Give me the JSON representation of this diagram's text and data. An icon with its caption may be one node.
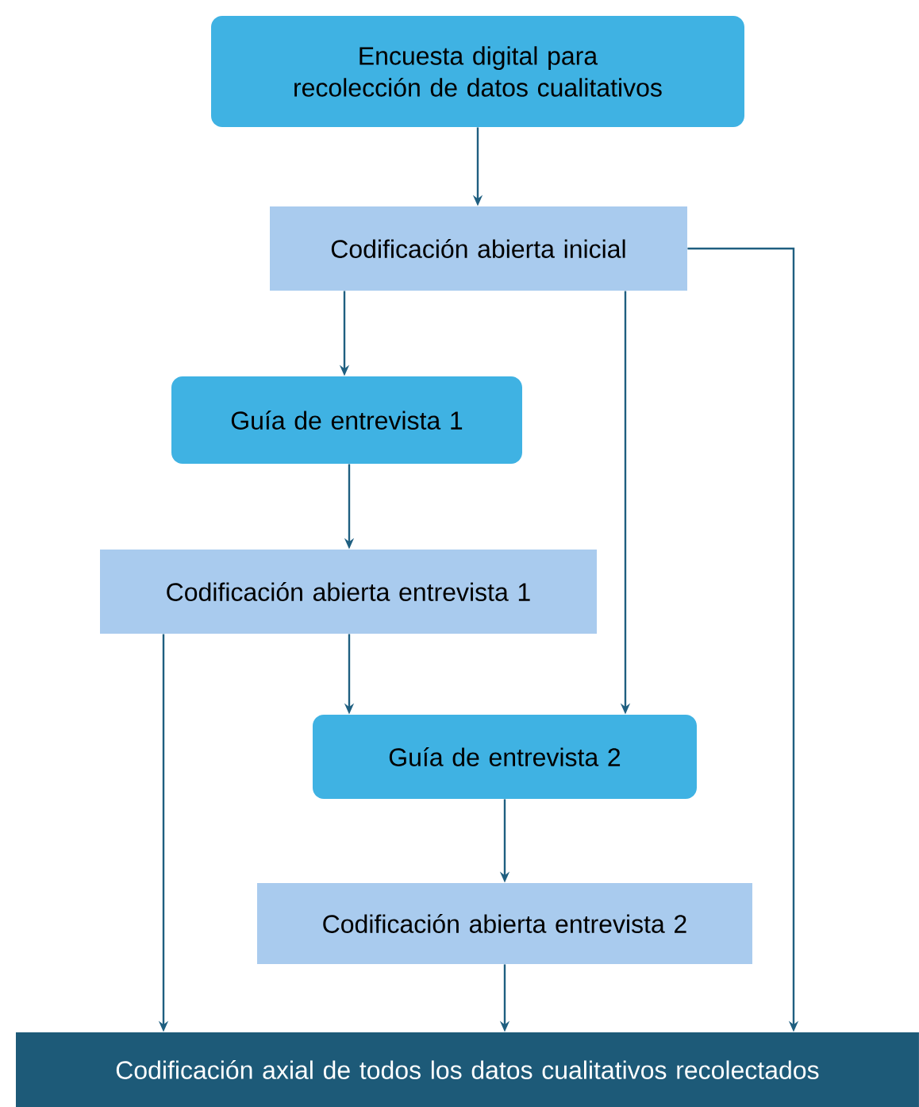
{
  "diagram": {
    "nodes": [
      {
        "text": [
          "Encuesta digital para recolección de datos cualitativos"
        ]
      },
      {
        "text": [
          "Codificación abierta inicial"
        ]
      },
      {
        "text": [
          "Guía de entrevista 1"
        ]
      },
      {
        "text": [
          "Codificación abierta entrevista 1"
        ]
      },
      {
        "text": [
          "Guía de entrevista 2"
        ]
      },
      {
        "text": [
          "Codificación abierta entrevista 2"
        ]
      },
      {
        "text": [
          "Codificación axial de todos los datos cualitativos recolectados"
        ]
      }
    ],
    "edges": [
      {
        "from": 0,
        "to": 1,
        "arrow": "to"
      },
      {
        "from": 1,
        "to": 2,
        "arrow": "to"
      },
      {
        "from": 1,
        "to": 4,
        "arrow": "to"
      },
      {
        "from": 1,
        "to": 6,
        "arrow": "to"
      },
      {
        "from": 2,
        "to": 3,
        "arrow": "to"
      },
      {
        "from": 3,
        "to": 4,
        "arrow": "to"
      },
      {
        "from": 3,
        "to": 6,
        "arrow": "to"
      },
      {
        "from": 4,
        "to": 5,
        "arrow": "to"
      },
      {
        "from": 5,
        "to": 6,
        "arrow": "to"
      }
    ]
  }
}
